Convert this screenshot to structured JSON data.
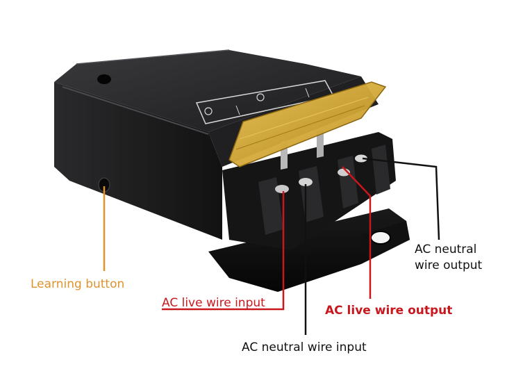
{
  "labels": {
    "learning_button": "Learning button",
    "ac_live_input": "AC live wire input",
    "ac_live_output": "AC live wire output",
    "ac_neutral_input": "AC neutral wire input",
    "ac_neutral_output_line1": "AC neutral",
    "ac_neutral_output_line2": "wire output"
  },
  "colors": {
    "learning": "#e0922f",
    "live": "#c8181e",
    "neutral": "#111111",
    "housing": "#1b1b1d",
    "cover": "#d6a92a"
  }
}
